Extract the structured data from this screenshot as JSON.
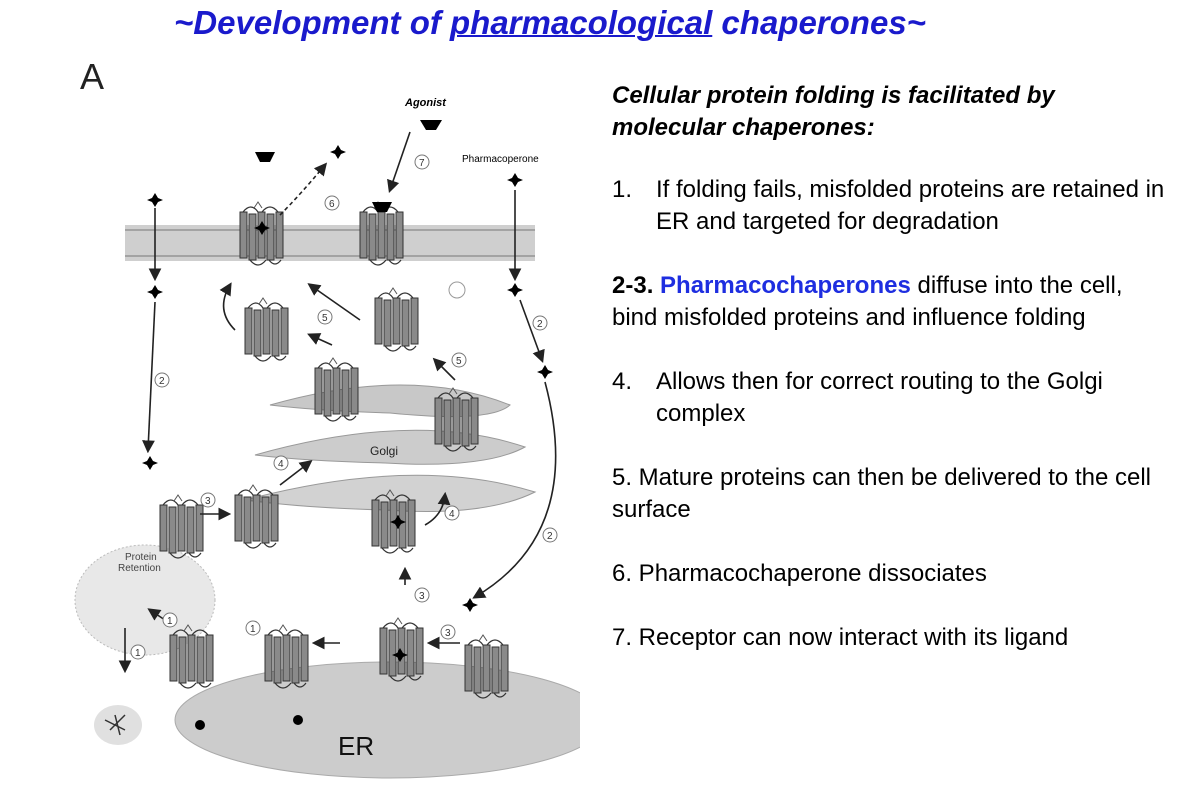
{
  "title": {
    "prefix": "~Development of ",
    "underlined": "pharmacological",
    "suffix": " chaperones~"
  },
  "panel_letter": "A",
  "diagram": {
    "agonist_label": "Agonist",
    "pharmacoperone_label": "Pharmacoperone",
    "golgi_label": "Golgi",
    "er_label": "ER",
    "protein_retention_label_line1": "Protein",
    "protein_retention_label_line2": "Retention",
    "step_labels": [
      "1",
      "2",
      "3",
      "4",
      "5",
      "6",
      "7"
    ]
  },
  "text": {
    "heading": "Cellular protein folding is facilitated by molecular chaperones:",
    "item1_num": "1.",
    "item1_text": "If folding fails, misfolded proteins are retained in ER and targeted for degradation",
    "item23_num": "2-3.",
    "item23_highlight": "Pharmacochaperones",
    "item23_text": " diffuse into the cell, bind misfolded proteins and influence folding",
    "item4_num": "4.",
    "item4_text": "Allows then for correct routing to the Golgi complex",
    "item5": "5. Mature proteins can then be delivered to the cell surface",
    "item6": "6. Pharmacochaperone dissociates",
    "item7": "7. Receptor can now interact with its ligand"
  },
  "colors": {
    "title": "#1a1acc",
    "highlight": "#1e2ee0",
    "membrane": "#bdbdbd",
    "organelle": "#d0d0d0",
    "helix": "#8a8a8a"
  }
}
